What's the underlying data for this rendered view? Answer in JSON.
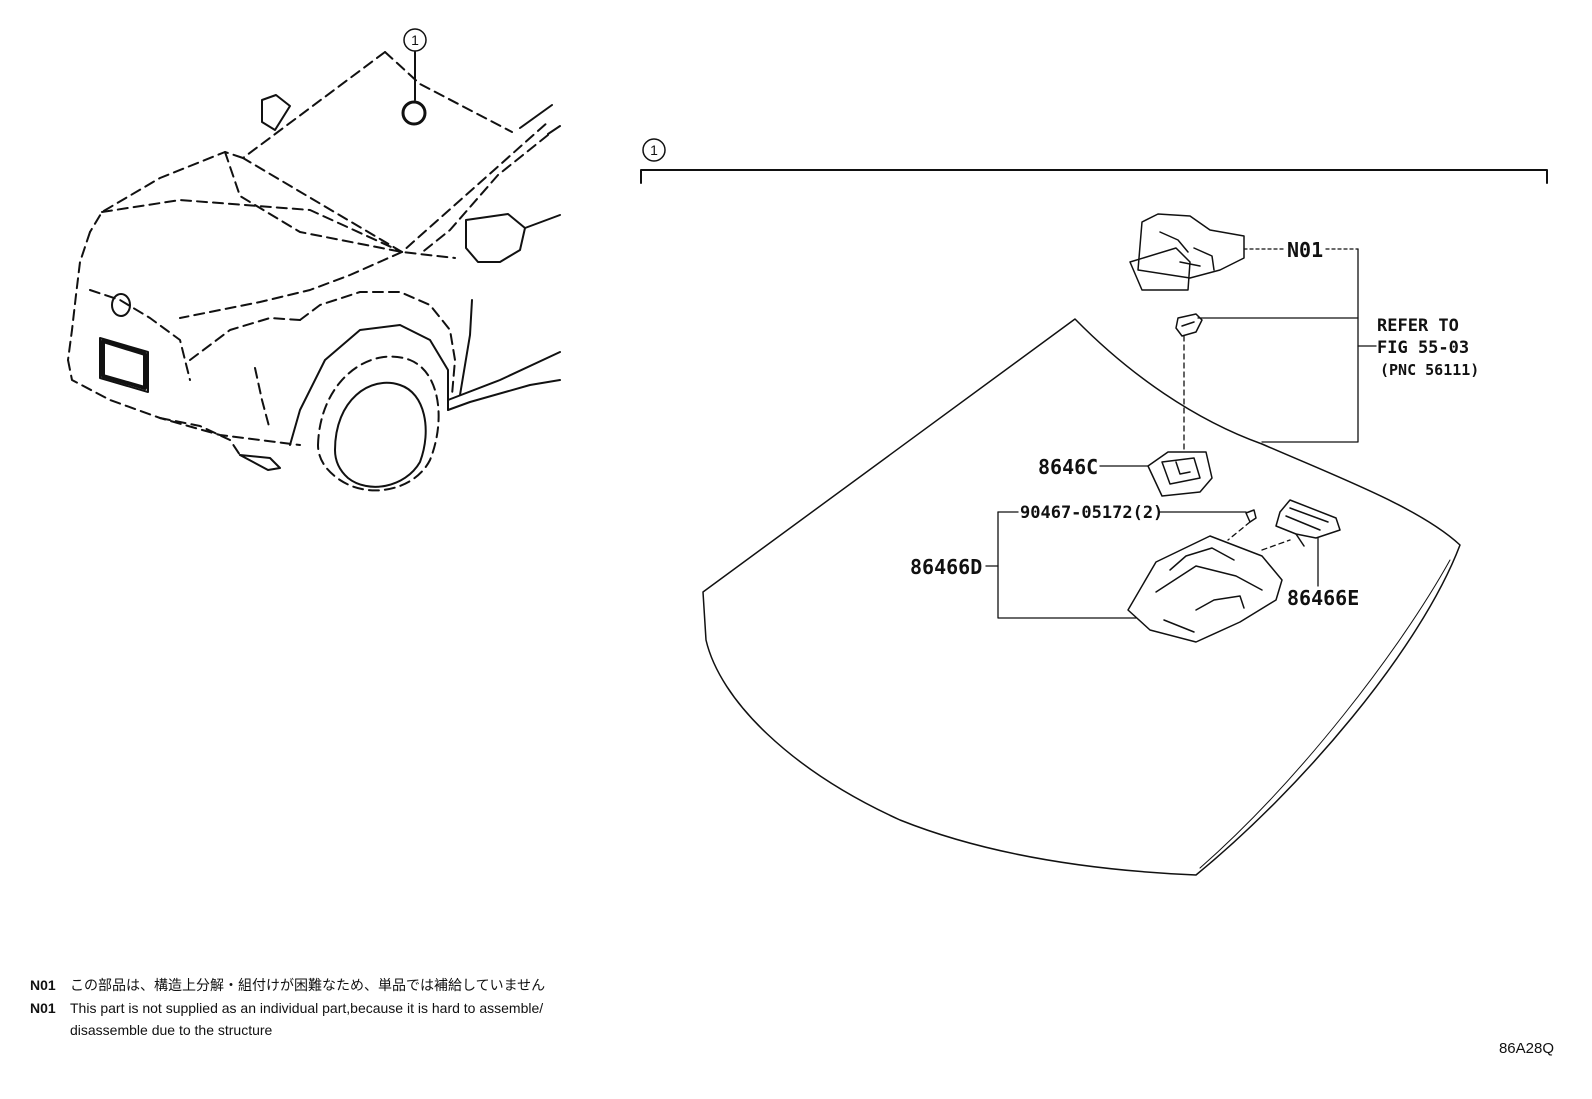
{
  "diagram": {
    "callout_marker": "1",
    "group_marker": "1",
    "parts": {
      "n01": "N01",
      "p8646c": "8646C",
      "p90467": "90467-05172(2)",
      "p86466d": "86466D",
      "p86466e": "86466E"
    },
    "reference": {
      "line1": "REFER TO",
      "line2": "FIG 55-03",
      "line3": "(PNC 56111)"
    }
  },
  "notes": [
    {
      "code": "N01",
      "text": "この部品は、構造上分解・組付けが困難なため、単品では補給していません"
    },
    {
      "code": "N01",
      "text": "This part is not supplied as an individual part,because it is hard to assemble/"
    },
    {
      "code": "",
      "text": "disassemble due to the structure"
    }
  ],
  "figure_code": "86A28Q",
  "colors": {
    "ink": "#111111",
    "background": "#ffffff"
  }
}
